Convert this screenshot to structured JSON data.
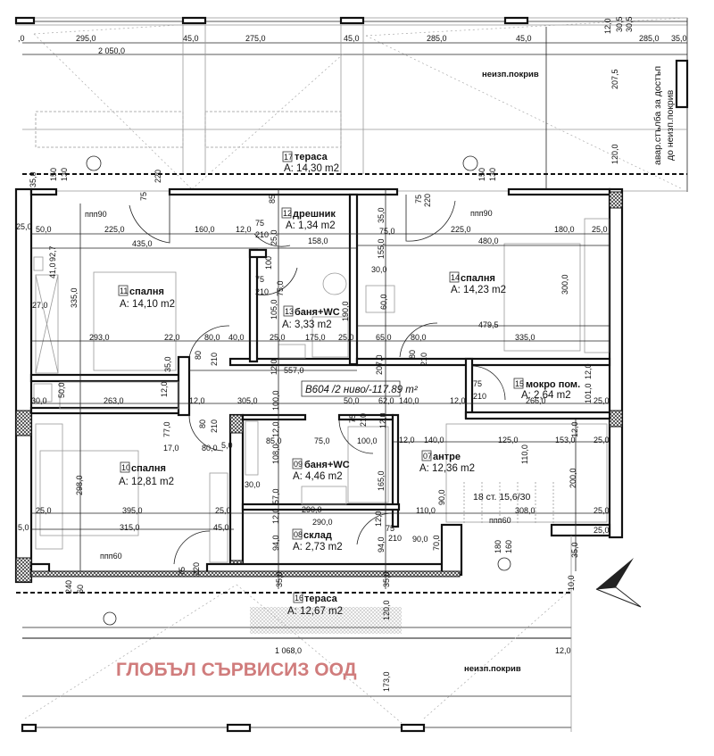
{
  "plan": {
    "apartment_label": "B604 /2 ниво/-117.89 m²",
    "watermark": "ГЛОБЪЛ СЪРВИСИЗ ООД",
    "roof_top": "неизп.покрив",
    "roof_bottom": "неизп.покрив",
    "access_note_1": "авар.стълба за достъп",
    "access_note_2": "до неизп.покрив",
    "stairs": "18 ст. 15,6/30",
    "windows": [
      "ппп90",
      "ппп90",
      "ппп60",
      "ппп60"
    ]
  },
  "rooms": [
    {
      "no": "17",
      "name": "тераса",
      "area": "A: 14,30 m2"
    },
    {
      "no": "11",
      "name": "спалня",
      "area": "A: 14,10 m2"
    },
    {
      "no": "12",
      "name": "дрешник",
      "area": "A: 1,34 m2"
    },
    {
      "no": "13",
      "name": "баня+WC",
      "area": "A: 3,33 m2"
    },
    {
      "no": "14",
      "name": "спалня",
      "area": "A: 14,23 m2"
    },
    {
      "no": "15",
      "name": "мокро пом.",
      "area": "A: 2,64 m2"
    },
    {
      "no": "10",
      "name": "спалня",
      "area": "A: 12,81 m2"
    },
    {
      "no": "09",
      "name": "баня+WC",
      "area": "A: 4,46 m2"
    },
    {
      "no": "08",
      "name": "склад",
      "area": "A: 2,73 m2"
    },
    {
      "no": "07",
      "name": "антре",
      "area": "A: 12,36 m2"
    },
    {
      "no": "16",
      "name": "тераса",
      "area": "A: 12,67 m2"
    }
  ],
  "dims": {
    "top": [
      ",0",
      "295,0",
      "45,0",
      "275,0",
      "45,0",
      "285,0",
      "45,0",
      "12,0",
      "30,5",
      "30,5",
      "285,0",
      "35,0",
      "2 050,0",
      "207,5",
      "120,0"
    ],
    "mid": [
      "35,0",
      "150",
      "130",
      "150",
      "130",
      "220",
      "75",
      "85",
      "75",
      "220",
      "25,0",
      "50,0",
      "225,0",
      "160,0",
      "12,0",
      "158,0",
      "435,0",
      "92,7",
      "41,0",
      "335,0",
      "27,0",
      "75",
      "210",
      "75",
      "210",
      "25,0",
      "100",
      "75,0",
      "105,0",
      "190,0",
      "293,0",
      "22,0",
      "80,0",
      "40,0",
      "25,0",
      "175,0",
      "25,0",
      "80",
      "210",
      "12,0",
      "35,0",
      "557,0",
      "35,0",
      "75,0",
      "225,0",
      "180,0",
      "25,0",
      "155,0",
      "480,0",
      "30,0",
      "60,0",
      "300,0",
      "479,5",
      "65,0",
      "80,0",
      "335,0",
      "80",
      "210",
      "207,0",
      "75",
      "210",
      "12,0",
      "101,0",
      "30,0",
      "50,0",
      "263,0",
      "12,0",
      "12,0",
      "305,0",
      "100,0",
      "50,0",
      "62,0",
      "140,0",
      "12,0",
      "266,0",
      "25,0"
    ],
    "low": [
      "77,0",
      "80",
      "210",
      "17,0",
      "80,0",
      "5,0",
      "85,0",
      "75,0",
      "75",
      "210",
      "12,0",
      "108,0",
      "100,0",
      "12,0",
      "165,0",
      "30,0",
      "57,0",
      "298,0",
      "25,0",
      "395,0",
      "25,0",
      "5,0",
      "315,0",
      "45,0",
      "290,0",
      "12,0",
      "290,0",
      "94,0",
      "12,0",
      "140,0",
      "125,0",
      "153,0",
      "12,0",
      "25,0",
      "110,0",
      "200,0",
      "90,0",
      "110,0",
      "308,0",
      "25,0",
      "12,0",
      "75",
      "210",
      "94,0",
      "90,0",
      "70,0",
      "25,0",
      "75",
      "220",
      "35,0",
      "180",
      "160"
    ],
    "bottom": [
      "240",
      "60",
      "35,0",
      "35,0",
      "120,0",
      "1 068,0",
      "12,0",
      "173,0",
      "10,0"
    ]
  }
}
